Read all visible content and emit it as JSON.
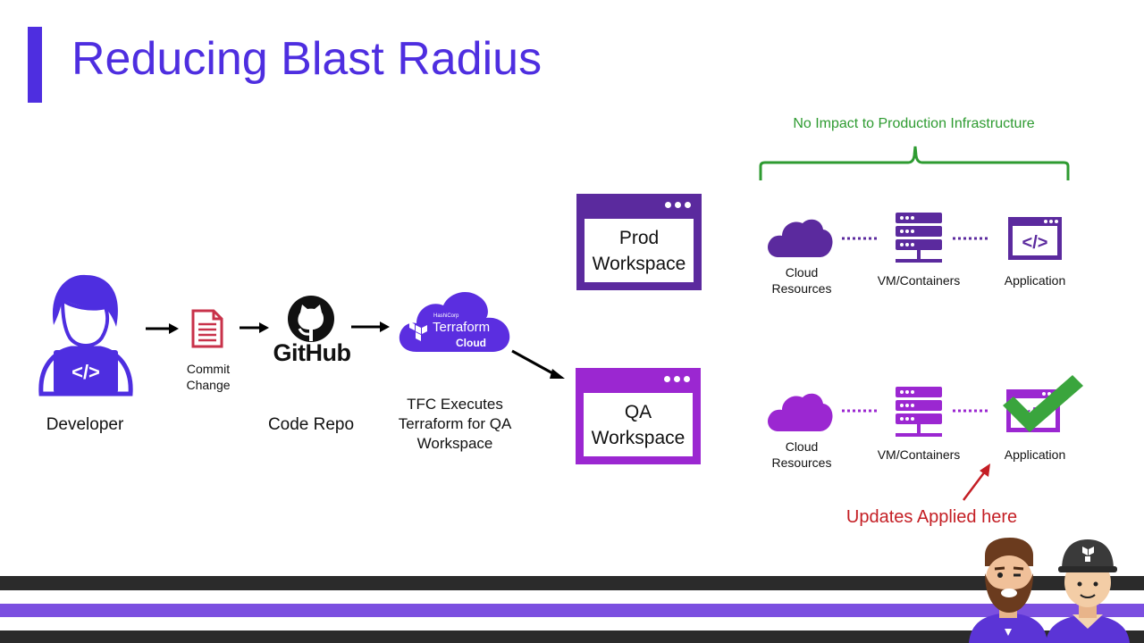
{
  "slide": {
    "title": "Reducing Blast Radius"
  },
  "flow": {
    "developer_label": "Developer",
    "commit_label": "Commit\nChange",
    "github_wordmark": "GitHub",
    "code_repo_label": "Code Repo",
    "tfc_logo": {
      "brand": "HashiCorp",
      "name": "Terraform",
      "product": "Cloud"
    },
    "tfc_label": "TFC Executes\nTerraform for QA\nWorkspace"
  },
  "workspaces": {
    "prod": {
      "label": "Prod\nWorkspace",
      "color": "#5b2a9e"
    },
    "qa": {
      "label": "QA\nWorkspace",
      "color": "#9b27d1"
    }
  },
  "prod_infra": {
    "cloud_label": "Cloud\nResources",
    "vm_label": "VM/Containers",
    "app_label": "Application",
    "color": "#5b2a9e"
  },
  "qa_infra": {
    "cloud_label": "Cloud\nResources",
    "vm_label": "VM/Containers",
    "app_label": "Application",
    "color": "#9b27d1"
  },
  "annotations": {
    "no_impact": "No Impact to Production Infrastructure",
    "no_impact_color": "#2e9b31",
    "updates_applied": "Updates Applied here",
    "updates_color": "#c41e24"
  },
  "colors": {
    "accent": "#4e2ee0",
    "stripe_dark": "#2b2b2b",
    "stripe_purple": "#7b4fe0"
  }
}
